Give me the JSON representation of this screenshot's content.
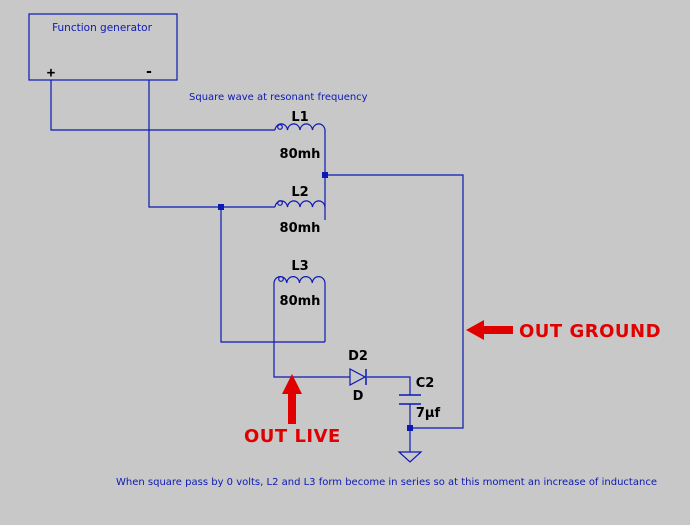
{
  "generator": {
    "label": "Function generator",
    "plus": "+",
    "minus": "-"
  },
  "note_top": "Square wave at resonant frequency",
  "note_bottom": "When square pass by 0 volts, L2 and L3 form become in series so at this moment an increase of inductance",
  "components": {
    "L1": {
      "name": "L1",
      "value": "80mh"
    },
    "L2": {
      "name": "L2",
      "value": "80mh"
    },
    "L3": {
      "name": "L3",
      "value": "80mh"
    },
    "D2": {
      "name": "D2",
      "type": "D"
    },
    "C2": {
      "name": "C2",
      "value": "7µf"
    }
  },
  "arrows": {
    "out_ground": "OUT GROUND",
    "out_live": "OUT LIVE"
  },
  "colors": {
    "wire": "#0c19b4",
    "arrow": "#e00000",
    "background": "#c8c8c8"
  }
}
